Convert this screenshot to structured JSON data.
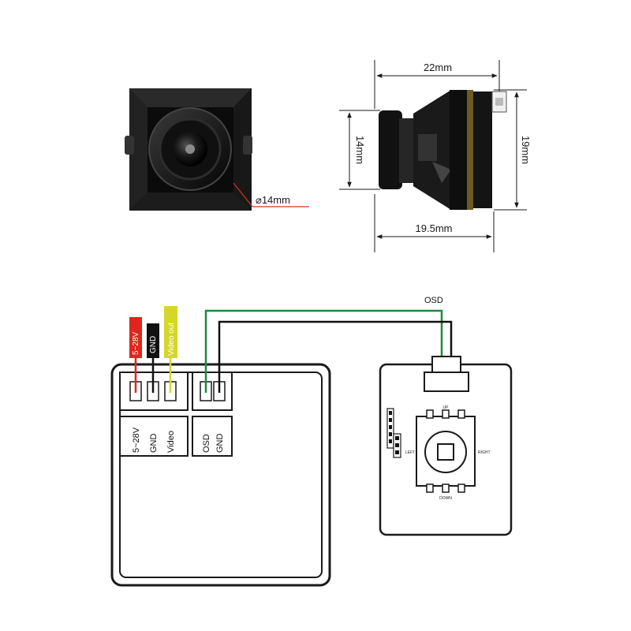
{
  "camera_front": {
    "diameter_label": "⌀14mm"
  },
  "camera_side": {
    "width_top_label": "22mm",
    "height_left_label": "14mm",
    "height_right_label": "19mm",
    "width_bottom_label": "19.5mm"
  },
  "wiring": {
    "osd_wire_label": "OSD",
    "wire_tags": [
      {
        "text": "5~28V",
        "color": "#e0261c",
        "text_color": "#ffffff"
      },
      {
        "text": "GND",
        "color": "#111111",
        "text_color": "#ffffff"
      },
      {
        "text": "Video out",
        "color": "#d4d62a",
        "text_color": "#ffffff"
      }
    ],
    "camera_pins": [
      "5~28V",
      "GND",
      "Video",
      "OSD",
      "GND"
    ],
    "wire_colors": {
      "power": "#e0261c",
      "ground": "#111111",
      "video": "#d4d62a",
      "osd": "#1c8a3c"
    },
    "joystick_buttons": {
      "up": "UP",
      "down": "DOWN",
      "left": "LEFT",
      "right": "RIGHT"
    }
  }
}
